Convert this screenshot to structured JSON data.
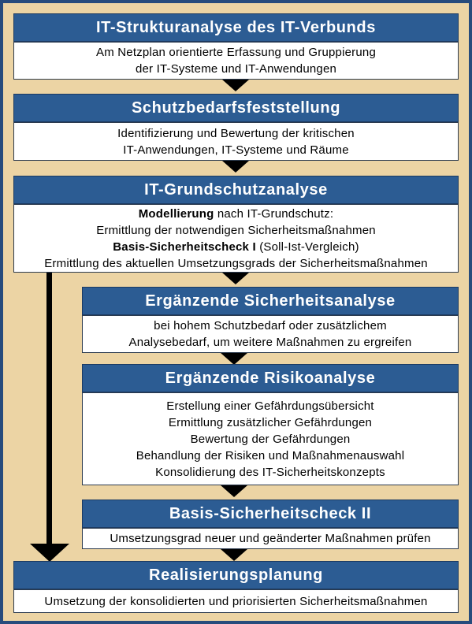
{
  "steps": [
    {
      "title": "IT-Strukturanalyse des IT-Verbunds",
      "lines": [
        "Am Netzplan orientierte Erfassung und Gruppierung",
        "der IT-Systeme und IT-Anwendungen"
      ]
    },
    {
      "title": "Schutzbedarfsfeststellung",
      "lines": [
        "Identifizierung und Bewertung der kritischen",
        "IT-Anwendungen, IT-Systeme und Räume"
      ]
    },
    {
      "title": "IT-Grundschutzanalyse",
      "l1_bold": "Modellierung",
      "l1_rest": " nach IT-Grundschutz:",
      "l2": "Ermittlung der notwendigen Sicherheitsmaßnahmen",
      "l3_bold": "Basis-Sicherheitscheck I",
      "l3_rest": " (Soll-Ist-Vergleich)",
      "l4": "Ermittlung des aktuellen Umsetzungsgrads der Sicherheitsmaßnahmen"
    },
    {
      "title": "Ergänzende Sicherheitsanalyse",
      "lines": [
        "bei hohem Schutzbedarf oder zusätzlichem",
        "Analysebedarf, um weitere Maßnahmen zu ergreifen"
      ]
    },
    {
      "title": "Ergänzende Risikoanalyse",
      "lines": [
        "Erstellung einer Gefährdungsübersicht",
        "Ermittlung zusätzlicher Gefährdungen",
        "Bewertung der Gefährdungen",
        "Behandlung der Risiken und Maßnahmenauswahl",
        "Konsolidierung des IT-Sicherheitskonzepts"
      ]
    },
    {
      "title": "Basis-Sicherheitscheck II",
      "lines": [
        "Umsetzungsgrad neuer und geänderter Maßnahmen prüfen"
      ]
    },
    {
      "title": "Realisierungsplanung",
      "lines": [
        "Umsetzung der konsolidierten und priorisierten Sicherheitsmaßnahmen"
      ]
    }
  ],
  "colors": {
    "header": "#2c5c93",
    "background": "#ecd4a4",
    "border": "#274b7c",
    "arrow": "#000000"
  }
}
